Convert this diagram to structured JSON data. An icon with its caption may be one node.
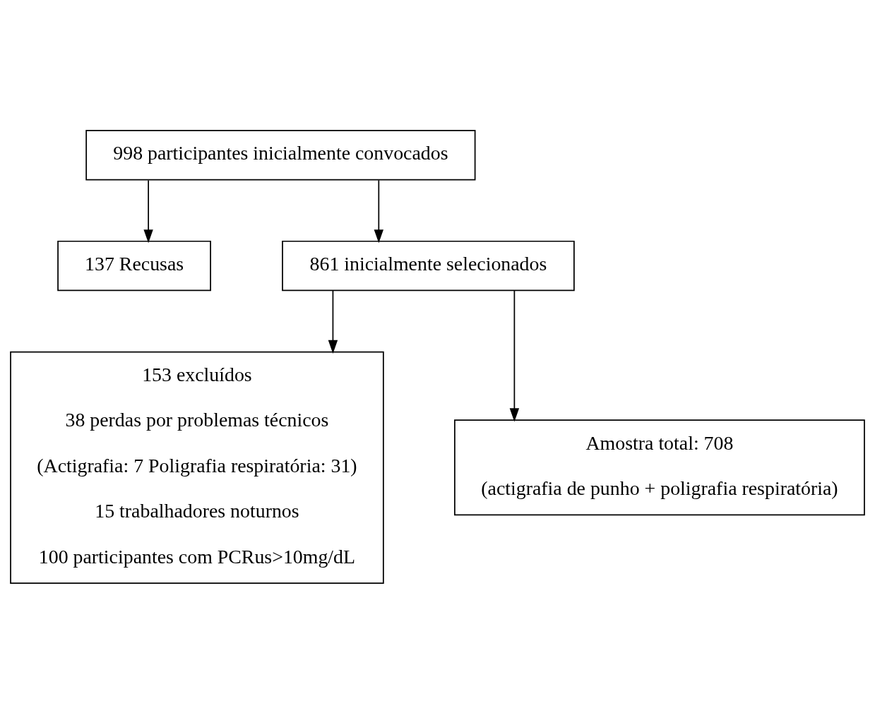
{
  "diagram": {
    "nodes": [
      {
        "text": [
          "998 participantes inicialmente convocados"
        ]
      },
      {
        "text": [
          "137 Recusas"
        ]
      },
      {
        "text": [
          "861 inicialmente selecionados"
        ]
      },
      {
        "text": [
          "153 excluídos",
          "38 perdas por problemas técnicos",
          "(Actigrafia: 7 Poligrafia respiratória: 31)",
          "15 trabalhadores noturnos",
          "100 participantes com PCRus>10mg/dL"
        ]
      },
      {
        "text": [
          "Amostra total: 708",
          "(actigrafia de punho + poligrafia respiratória)"
        ]
      }
    ],
    "edges": [
      {
        "from": 0,
        "to": 1,
        "arrow": "to"
      },
      {
        "from": 0,
        "to": 2,
        "arrow": "to"
      },
      {
        "from": 2,
        "to": 3,
        "arrow": "to"
      },
      {
        "from": 2,
        "to": 4,
        "arrow": "to"
      }
    ]
  }
}
